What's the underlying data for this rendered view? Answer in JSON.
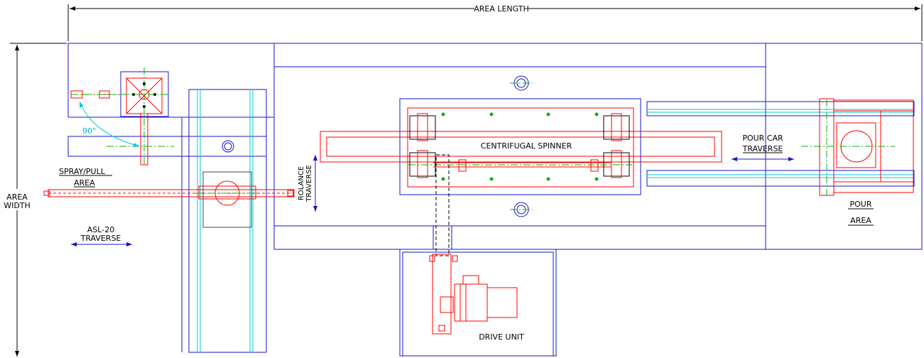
{
  "labels": {
    "area_length": "AREA LENGTH",
    "area_width_1": "AREA",
    "area_width_2": "WIDTH",
    "spray_pull_1": "SPRAY/PULL",
    "spray_pull_2": "AREA",
    "asl_1": "ASL-20",
    "asl_2": "TRAVERSE",
    "angle": "90°",
    "rolance_1": "ROLANCE",
    "rolance_2": "TRAVERSE",
    "spinner": "CENTRIFUGAL SPINNER",
    "pour_car_1": "POUR CAR",
    "pour_car_2": "TRAVERSE",
    "pour_area_1": "POUR",
    "pour_area_2": "AREA",
    "drive_unit": "DRIVE UNIT"
  },
  "colors": {
    "structure": "#1414c8",
    "equipment": "#ff0000",
    "rails": "#00c8dc",
    "centerlines": "#00b400",
    "dimensions": "#000000"
  }
}
